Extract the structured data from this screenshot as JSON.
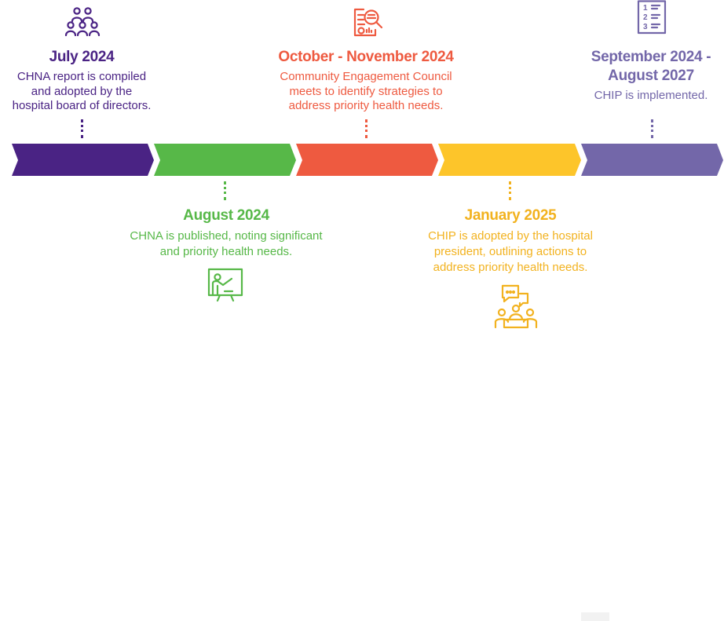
{
  "colors": {
    "purple_dark": "#4a2384",
    "green": "#57b848",
    "red_orange": "#ee5a40",
    "yellow": "#fdc52a",
    "purple_light": "#7367a9",
    "yellow_text": "#f2b21f"
  },
  "milestones": [
    {
      "date": "July 2024",
      "desc_lines": [
        "CHNA report is compiled",
        "and adopted by the",
        "hospital board of directors."
      ],
      "icon": "people-group-icon",
      "color": "#4a2384"
    },
    {
      "date": "August 2024",
      "desc_lines": [
        "CHNA is published, noting significant",
        "and priority health needs."
      ],
      "icon": "presenter-board-icon",
      "color": "#57b848"
    },
    {
      "date": "October - November 2024",
      "desc_lines": [
        "Community Engagement Council",
        "meets to identify strategies to",
        "address priority health needs."
      ],
      "icon": "report-magnifier-icon",
      "color": "#ee5a40"
    },
    {
      "date": "January 2025",
      "desc_lines": [
        "CHIP is adopted by the hospital",
        "president, outlining actions to",
        "address priority health needs."
      ],
      "icon": "meeting-chat-icon",
      "color": "#f2b21f"
    },
    {
      "date_lines": [
        "September 2024 -",
        "August 2027"
      ],
      "desc_lines": [
        "CHIP is implemented."
      ],
      "icon": "numbered-list-icon",
      "color": "#7367a9"
    }
  ]
}
